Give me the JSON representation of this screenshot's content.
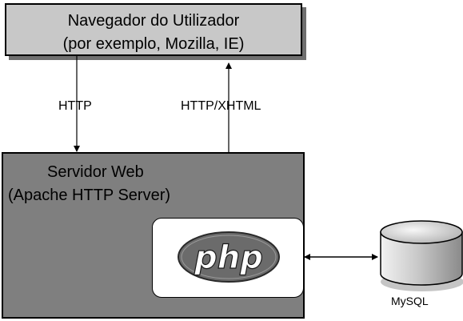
{
  "browser": {
    "title": "Navegador do Utilizador",
    "subtitle": "(por exemplo, Mozilla, IE)"
  },
  "server": {
    "title": "Servidor Web",
    "subtitle": "(Apache HTTP Server)"
  },
  "php": {
    "logo_text": "php"
  },
  "connections": {
    "request_label": "HTTP",
    "response_label": "HTTP/XHTML"
  },
  "database": {
    "label": "MySQL"
  },
  "colors": {
    "browser_fill": "#c8c8c8",
    "server_fill": "#7f7f7f",
    "php_logo_fill": "#6b6b6b",
    "database_fill": "#bdbdbd"
  }
}
